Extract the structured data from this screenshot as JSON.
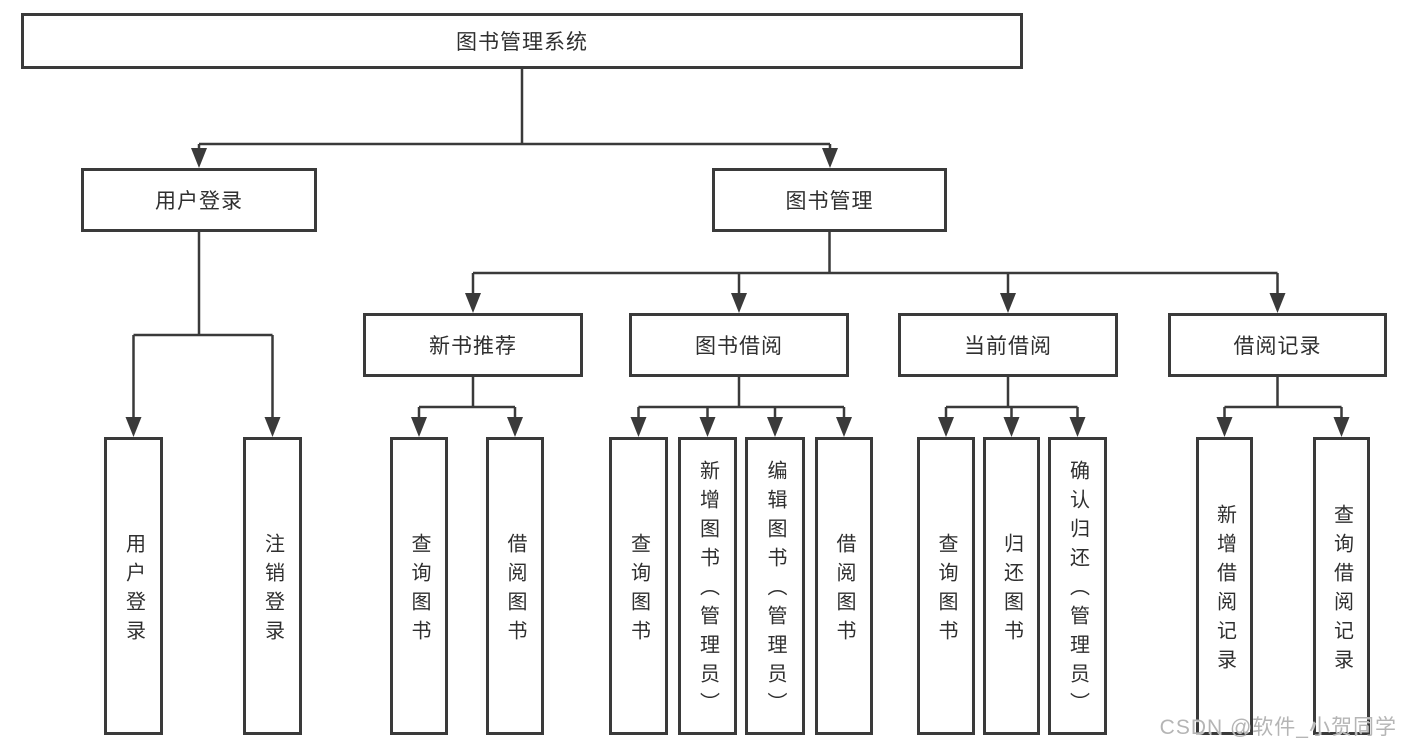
{
  "colors": {
    "background": "#ffffff",
    "line": "#3a3a3a",
    "box_border": "#3a3a3a",
    "text": "#2f2f2f",
    "watermark": "#b5b5b5"
  },
  "nodes": {
    "root": "图书管理系统",
    "user_login": "用户登录",
    "book_mgmt": "图书管理",
    "new_book_rec": "新书推荐",
    "book_borrow": "图书借阅",
    "current_borrow": "当前借阅",
    "borrow_record": "借阅记录",
    "leaf_user_login": "用户登录",
    "leaf_logout": "注销登录",
    "leaf_query_book_1": "查询图书",
    "leaf_borrow_book_1": "借阅图书",
    "leaf_query_book_2": "查询图书",
    "leaf_add_book_admin": "新增图书（管理员）",
    "leaf_edit_book_admin": "编辑图书（管理员）",
    "leaf_borrow_book_2": "借阅图书",
    "leaf_query_book_3": "查询图书",
    "leaf_return_book": "归还图书",
    "leaf_confirm_return_admin": "确认归还（管理员）",
    "leaf_add_borrow_record": "新增借阅记录",
    "leaf_query_borrow_record": "查询借阅记录"
  },
  "hierarchy": {
    "图书管理系统": {
      "用户登录": [
        "用户登录",
        "注销登录"
      ],
      "图书管理": {
        "新书推荐": [
          "查询图书",
          "借阅图书"
        ],
        "图书借阅": [
          "查询图书",
          "新增图书（管理员）",
          "编辑图书（管理员）",
          "借阅图书"
        ],
        "当前借阅": [
          "查询图书",
          "归还图书",
          "确认归还（管理员）"
        ],
        "借阅记录": [
          "新增借阅记录",
          "查询借阅记录"
        ]
      }
    }
  },
  "watermark": {
    "text": "CSDN @软件_小贺同学"
  }
}
